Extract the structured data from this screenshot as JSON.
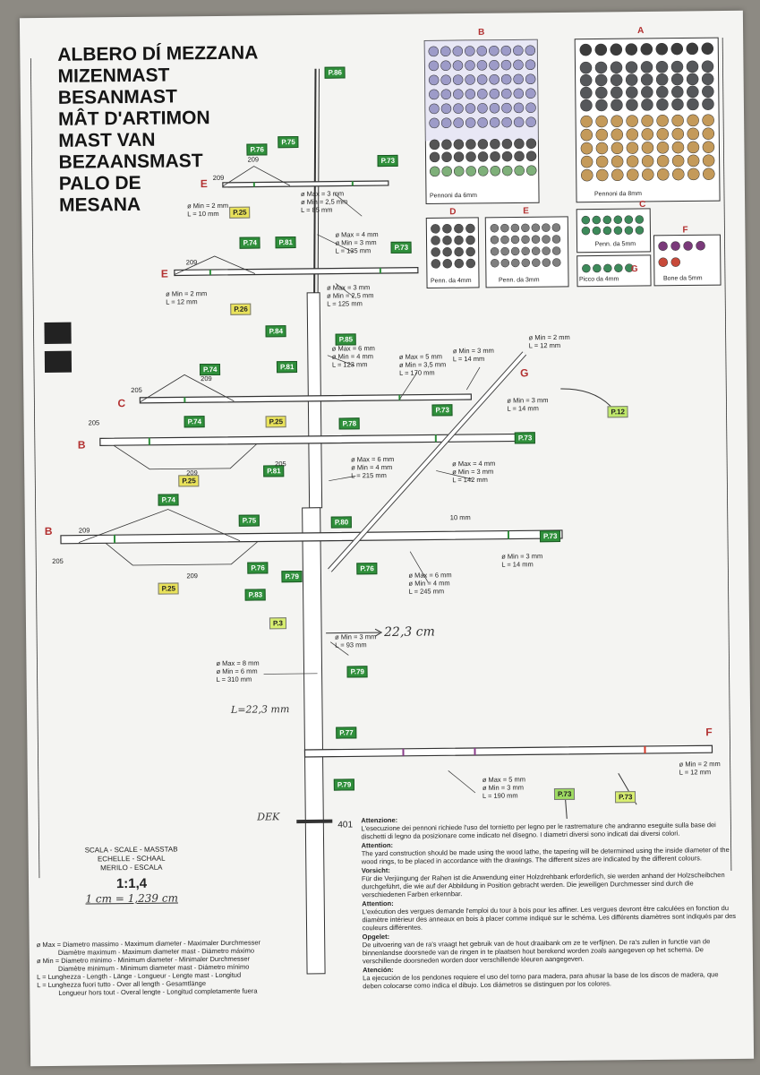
{
  "title_lines": [
    "ALBERO DÍ MEZZANA",
    "MIZENMAST",
    "BESANMAST",
    "MÂT D'ARTIMON",
    "MAST VAN",
    "BEZAANSMAST",
    "PALO DE",
    "MESANA"
  ],
  "tags": {
    "p86": "P.86",
    "p75a": "P.75",
    "p76a": "P.76",
    "p73a": "P.73",
    "p25a": "P.25",
    "p74a": "P.74",
    "p81a": "P.81",
    "p73b": "P.73",
    "p26": "P.26",
    "p84": "P.84",
    "p85": "P.85",
    "p74b": "P.74",
    "p81b": "P.81",
    "p73c": "P.73",
    "p74c": "P.74",
    "p25b": "P.25",
    "p78": "P.78",
    "p73d": "P.73",
    "p81c": "P.81",
    "p25c": "P.25",
    "p74d": "P.74",
    "p75b": "P.75",
    "p80": "P.80",
    "p73e": "P.73",
    "p76b": "P.76",
    "p79a": "P.79",
    "p76c": "P.76",
    "p83": "P.83",
    "p25d": "P.25",
    "p79b": "P.79",
    "p77": "P.77",
    "p79c": "P.79",
    "p12": "P.12",
    "p3": "P.3",
    "p73f": "P.73",
    "p73g": "P.73"
  },
  "dims": {
    "d1": [
      "ø Max = 3 mm",
      "ø Min = 2,5 mm",
      "L = 85 mm"
    ],
    "d2": [
      "ø Min = 2 mm",
      "L = 10 mm"
    ],
    "d3": [
      "ø Max = 4 mm",
      "ø Min = 3 mm",
      "L = 135 mm"
    ],
    "d4": [
      "ø Max = 3 mm",
      "ø Min = 2,5 mm",
      "L = 125 mm"
    ],
    "d5": [
      "ø Min = 2 mm",
      "L = 12 mm"
    ],
    "d6": [
      "ø Max = 6 mm",
      "ø Min = 4 mm",
      "L = 123 mm"
    ],
    "d7": [
      "ø Max = 5 mm",
      "ø Min = 3,5 mm",
      "L = 170 mm"
    ],
    "d8": [
      "ø Min = 3 mm",
      "L = 14 mm"
    ],
    "d9": [
      "ø Min = 2 mm",
      "L = 12 mm"
    ],
    "d10": [
      "ø Min = 3 mm",
      "L = 14 mm"
    ],
    "d11": [
      "ø Max = 6 mm",
      "ø Min = 4 mm",
      "L = 215 mm"
    ],
    "d12": [
      "ø Max = 4 mm",
      "ø Min = 3 mm",
      "L = 142 mm"
    ],
    "d13": [
      "ø Min = 3 mm",
      "L = 14 mm"
    ],
    "d14": [
      "ø Max = 6 mm",
      "ø Min = 4 mm",
      "L = 245 mm"
    ],
    "d15": [
      "ø Min = 3 mm",
      "L = 93 mm"
    ],
    "d16": [
      "ø Max = 8 mm",
      "ø Min = 6 mm",
      "L = 310 mm"
    ],
    "d17": [
      "ø Max = 5 mm",
      "ø Min = 3 mm",
      "L = 190 mm"
    ],
    "d18": [
      "ø Min = 2 mm",
      "L = 12 mm"
    ]
  },
  "misc": {
    "n209": "209",
    "n205": "205",
    "n401": "401",
    "ten_mm": "10 mm",
    "hand_223": "22,3 cm",
    "hand_223b": "L=22,3 mm",
    "hand_dek": "DEK",
    "box_b": "B",
    "box_a": "A",
    "box_d": "D",
    "box_e": "E",
    "box_c": "C",
    "box_f": "F",
    "box_g": "G",
    "pb": "Pennoni da 6mm",
    "pa": "Pennoni da 8mm",
    "pd": "Penn. da 4mm",
    "pe": "Penn. da 3mm",
    "pc": "Penn. da 5mm",
    "pg": "Picco da 4mm",
    "pf": "Bone da 5mm",
    "lE": "E",
    "lC": "C",
    "lB": "B",
    "lG": "G",
    "lF": "F"
  },
  "scale": {
    "l1": "SCALA - SCALE - MASSTAB",
    "l2": "ECHELLE - SCHAAL",
    "l3": "MERILO - ESCALA",
    "ratio": "1:1,4",
    "hand": "1 cm = 1,239 cm"
  },
  "notes": [
    {
      "h": "Attenzione:",
      "t": "L'esecuzione dei pennoni richiede l'uso del tornietto per legno per le rastremature che andranno eseguite sulla base dei dischetti di legno da posizionare come indicato nel disegno. I diametri diversi sono indicati dai diversi colori."
    },
    {
      "h": "Attention:",
      "t": "The yard construction should be made using the wood lathe, the tapering will be determined using the inside diameter of the wood rings, to be placed in accordance with the drawings. The different sizes are indicated by the different colours."
    },
    {
      "h": "Vorsicht:",
      "t": "Für die Verjüngung der Rahen ist die Anwendung einer Holzdrehbank erforderlich, sie werden anhand der Holzscheibchen durchgeführt, die wie auf der Abbildung in Position gebracht werden. Die jeweiligen Durchmesser sind durch die verschiedenen Farben erkennbar."
    },
    {
      "h": "Attention:",
      "t": "L'exécution des vergues demande l'emploi du tour à bois pour les affiner. Les vergues devront être calculées en fonction du diamètre intérieur des anneaux en bois à placer comme indiqué sur le schéma. Les différents diamètres sont indiqués par des couleurs différentes."
    },
    {
      "h": "Opgelet:",
      "t": "De uitvoering van de ra's vraagt het gebruik van de hout draaibank om ze te verfijnen. De ra's zullen in functie van de binnenlandse doorsnede van de ringen in te plaatsen hout berekend worden zoals aangegeven op het schema. De verschillende doorsneden worden door verschillende kleuren aangegeven."
    },
    {
      "h": "Atención:",
      "t": "La ejecución de los pendones requiere el uso del torno para madera, para ahusar la base de los discos de madera, que deben colocarse como indica el dibujo. Los diámetros se distinguen por los colores."
    }
  ],
  "legend": [
    "ø Max = Diametro massimo - Maximum diameter - Maximaler Durchmesser",
    "Diamètre maximum - Maximum diameter mast - Diámetro máximo",
    "ø Min = Diametro minimo - Minimum diameter - Minimaler Durchmesser",
    "Diamètre minimum - Minimum diameter mast - Diámetro mínimo",
    "L = Lunghezza - Length - Länge - Longueur - Lengte mast - Longitud",
    "L = Lunghezza fuori tutto - Over all length - Gesamtlänge",
    "Longueur hors tout - Overal lengte - Longitud completamente fuera"
  ],
  "colors": {
    "tag_green": "#2f8f3b",
    "tag_yellow": "#e9e25a",
    "accent_red": "#b23030",
    "paper": "#f4f4f2"
  }
}
